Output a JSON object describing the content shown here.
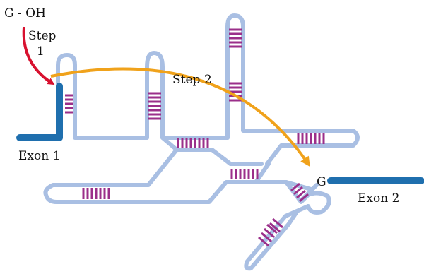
{
  "labels": {
    "g_oh": "G - OH",
    "step1_line1": "Step",
    "step1_line2": "1",
    "step2": "Step 2",
    "exon1": "Exon 1",
    "g": "G",
    "exon2": "Exon 2"
  },
  "colors": {
    "rna_backbone": "#a9bfe3",
    "base_pairs": "#9b2f8a",
    "exon": "#1f6fae",
    "step1_arrow": "#d8112f",
    "step2_arrow": "#f0a21b",
    "text": "#111111"
  }
}
